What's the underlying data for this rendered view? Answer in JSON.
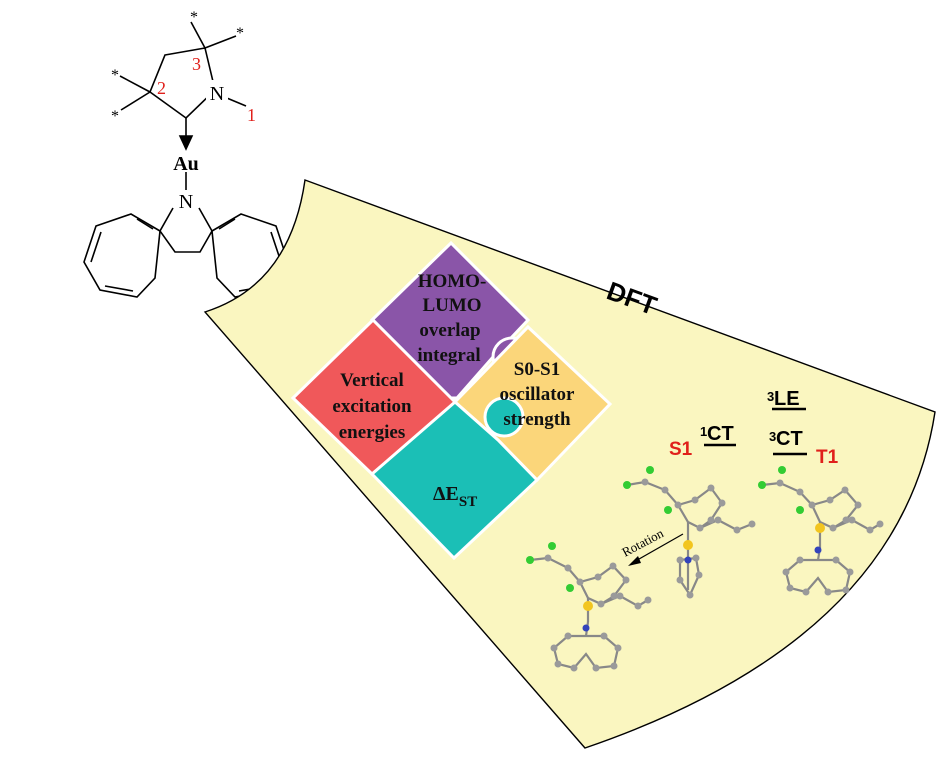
{
  "molecule": {
    "atom_au": "Au",
    "atom_n_carbazole": "N",
    "atom_n_ring": "N",
    "star": "*",
    "label_1": "1",
    "label_2": "2",
    "label_3": "3"
  },
  "fan": {
    "title": "DFT"
  },
  "puzzle": {
    "homo_lumo": [
      "HOMO-",
      "LUMO",
      "overlap",
      "integral"
    ],
    "vertical": [
      "Vertical",
      "excitation",
      "energies"
    ],
    "s0s1": [
      "S0-S1",
      "oscillator",
      "strength"
    ],
    "delta_main": "ΔE",
    "delta_sub": "ST"
  },
  "states": {
    "s1": "S1",
    "t1": "T1",
    "ct1_sup": "1",
    "ct1": "CT",
    "ct3_sup": "3",
    "ct3": "CT",
    "le3_sup": "3",
    "le3": "LE",
    "rotation": "Rotation"
  },
  "colors": {
    "fan_fill": "#faf6c0",
    "purple": "#8a55a8",
    "red": "#f0585a",
    "orange": "#fbd67a",
    "teal": "#1bbfb6",
    "label_red": "#e0201b",
    "chlorine": "#33cc33",
    "gold": "#f2c51f",
    "nitrogen": "#3344bb",
    "carbon": "#9a9a9a"
  }
}
